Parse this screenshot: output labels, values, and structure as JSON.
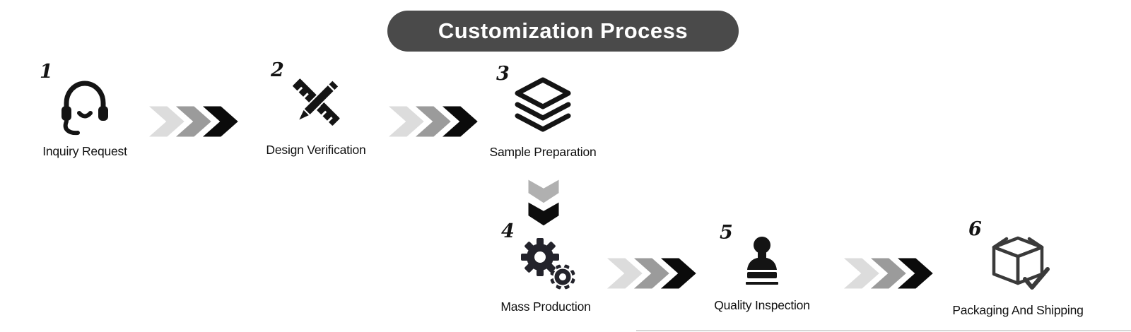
{
  "title": "Customization Process",
  "steps": [
    {
      "number": "1",
      "label": "Inquiry Request",
      "icon": "headset-icon"
    },
    {
      "number": "2",
      "label": "Design Verification",
      "icon": "ruler-pencil-icon"
    },
    {
      "number": "3",
      "label": "Sample Preparation",
      "icon": "layers-icon"
    },
    {
      "number": "4",
      "label": "Mass Production",
      "icon": "gears-icon"
    },
    {
      "number": "5",
      "label": "Quality Inspection",
      "icon": "stamp-icon"
    },
    {
      "number": "6",
      "label": "Packaging And Shipping",
      "icon": "shipping-box-check-icon"
    }
  ],
  "colors": {
    "title_bg": "#4a4a4a",
    "title_text": "#ffffff",
    "icon_color": "#141414",
    "box_icon_color": "#3a3a3a",
    "arrow_light": "#dcdcdc",
    "arrow_mid": "#9b9b9b",
    "arrow_dark": "#0b0b0b",
    "down_arrow_top": "#b0b0b0",
    "down_arrow_bottom": "#0d0d0d"
  }
}
